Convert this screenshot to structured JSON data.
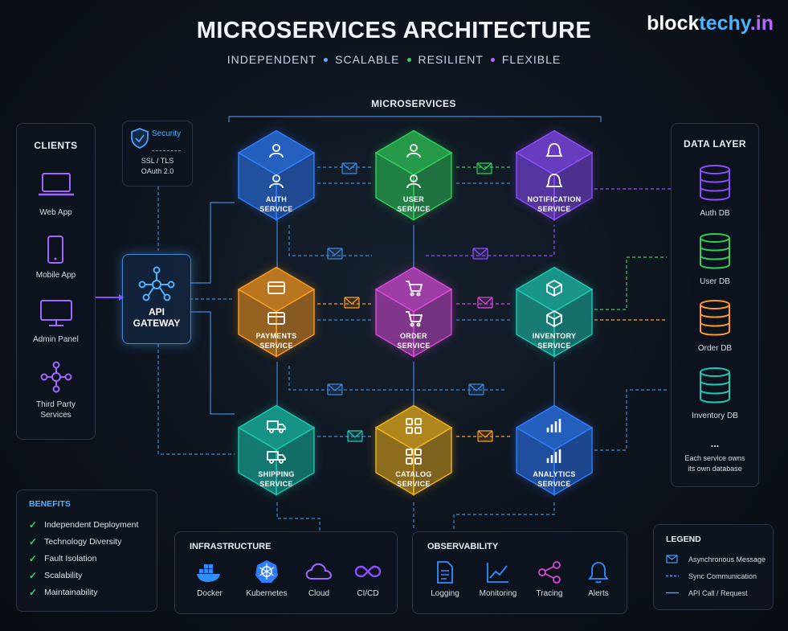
{
  "header": {
    "title": "MICROSERVICES ARCHITECTURE",
    "subtitle": [
      "INDEPENDENT",
      "SCALABLE",
      "RESILIENT",
      "FLEXIBLE"
    ],
    "subtitle_dot_colors": [
      "#6ea8ff",
      "#2fd36b",
      "#b26bff"
    ],
    "brand_part1": "block",
    "brand_part2": "techy",
    "brand_part3": ".in"
  },
  "clients": {
    "title": "CLIENTS",
    "items": [
      "Web App",
      "Mobile App",
      "Admin Panel",
      "Third Party\nServices"
    ]
  },
  "security": {
    "title": "Security",
    "line1": "SSL / TLS",
    "line2": "OAuth 2.0"
  },
  "gateway": {
    "label_line1": "API",
    "label_line2": "GATEWAY"
  },
  "microservices_label": "MICROSERVICES",
  "services": [
    {
      "id": "auth",
      "label": "AUTH\nSERVICE",
      "color": "#2f7dff",
      "icon": "user-lock-icon"
    },
    {
      "id": "user",
      "label": "USER\nSERVICE",
      "color": "#2fcf5a",
      "icon": "user-icon"
    },
    {
      "id": "notification",
      "label": "NOTIFICATION\nSERVICE",
      "color": "#8d4dff",
      "icon": "bell-icon"
    },
    {
      "id": "payments",
      "label": "PAYMENTS\nSERVICE",
      "color": "#ff9a1f",
      "icon": "card-icon"
    },
    {
      "id": "order",
      "label": "ORDER\nSERVICE",
      "color": "#d84ad8",
      "icon": "cart-icon"
    },
    {
      "id": "inventory",
      "label": "INVENTORY\nSERVICE",
      "color": "#1fc9b5",
      "icon": "box-icon"
    },
    {
      "id": "shipping",
      "label": "SHIPPING\nSERVICE",
      "color": "#19c7b0",
      "icon": "truck-icon"
    },
    {
      "id": "catalog",
      "label": "CATALOG\nSERVICE",
      "color": "#f0b21c",
      "icon": "grid-icon"
    },
    {
      "id": "analytics",
      "label": "ANALYTICS\nSERVICE",
      "color": "#2f7dff",
      "icon": "chart-icon"
    }
  ],
  "data_layer": {
    "title": "DATA LAYER",
    "dbs": [
      {
        "label": "Auth DB",
        "color": "#8d4dff"
      },
      {
        "label": "User DB",
        "color": "#2fcf5a"
      },
      {
        "label": "Order DB",
        "color": "#ff9a1f"
      },
      {
        "label": "Inventory DB",
        "color": "#1fc9b5"
      }
    ],
    "ellipsis": "...",
    "note": "Each service owns\nits own database"
  },
  "benefits": {
    "title": "BENEFITS",
    "items": [
      "Independent Deployment",
      "Technology Diversity",
      "Fault Isolation",
      "Scalability",
      "Maintainability"
    ]
  },
  "infrastructure": {
    "title": "INFRASTRUCTURE",
    "items": [
      "Docker",
      "Kubernetes",
      "Cloud",
      "CI/CD"
    ]
  },
  "observability": {
    "title": "OBSERVABILITY",
    "items": [
      "Logging",
      "Monitoring",
      "Tracing",
      "Alerts"
    ]
  },
  "legend": {
    "title": "LEGEND",
    "items": [
      "Asynchronous Message",
      "Sync Communication",
      "API Call / Request"
    ]
  }
}
